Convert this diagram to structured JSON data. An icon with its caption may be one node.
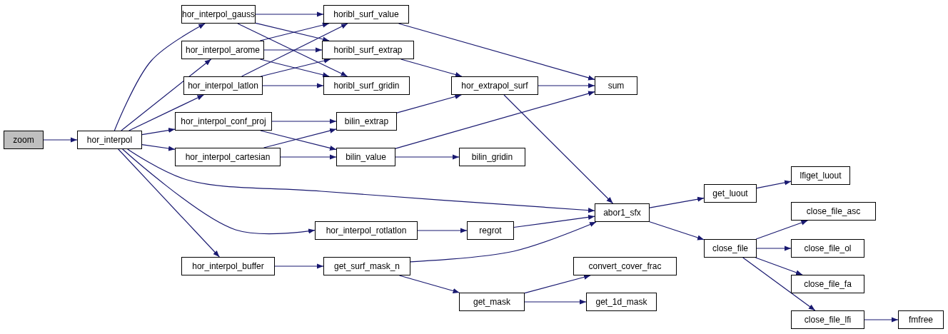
{
  "diagram": {
    "nodes": [
      {
        "text": [
          "zoom"
        ]
      },
      {
        "text": [
          "hor_interpol"
        ]
      },
      {
        "text": [
          "hor_interpol_gauss"
        ]
      },
      {
        "text": [
          "hor_interpol_arome"
        ]
      },
      {
        "text": [
          "hor_interpol_latlon"
        ]
      },
      {
        "text": [
          "hor_interpol_conf_proj"
        ]
      },
      {
        "text": [
          "hor_interpol_cartesian"
        ]
      },
      {
        "text": [
          "hor_interpol_rotlatlon"
        ]
      },
      {
        "text": [
          "hor_interpol_buffer"
        ]
      },
      {
        "text": [
          "horibl_surf_value"
        ]
      },
      {
        "text": [
          "horibl_surf_extrap"
        ]
      },
      {
        "text": [
          "horibl_surf_gridin"
        ]
      },
      {
        "text": [
          "bilin_extrap"
        ]
      },
      {
        "text": [
          "bilin_value"
        ]
      },
      {
        "text": [
          "hor_extrapol_surf"
        ]
      },
      {
        "text": [
          "bilin_gridin"
        ]
      },
      {
        "text": [
          "regrot"
        ]
      },
      {
        "text": [
          "get_surf_mask_n"
        ]
      },
      {
        "text": [
          "sum"
        ]
      },
      {
        "text": [
          "abor1_sfx"
        ]
      },
      {
        "text": [
          "get_mask"
        ]
      },
      {
        "text": [
          "convert_cover_frac"
        ]
      },
      {
        "text": [
          "get_1d_mask"
        ]
      },
      {
        "text": [
          "get_luout"
        ]
      },
      {
        "text": [
          "close_file"
        ]
      },
      {
        "text": [
          "lfiget_luout"
        ]
      },
      {
        "text": [
          "close_file_asc"
        ]
      },
      {
        "text": [
          "close_file_ol"
        ]
      },
      {
        "text": [
          "close_file_fa"
        ]
      },
      {
        "text": [
          "close_file_lfi"
        ]
      },
      {
        "text": [
          "fmfree"
        ]
      }
    ],
    "edges": [
      {
        "from": 0,
        "to": 1,
        "arrow": "to"
      },
      {
        "from": 1,
        "to": 2,
        "arrow": "to"
      },
      {
        "from": 1,
        "to": 3,
        "arrow": "to"
      },
      {
        "from": 1,
        "to": 4,
        "arrow": "to"
      },
      {
        "from": 1,
        "to": 5,
        "arrow": "to"
      },
      {
        "from": 1,
        "to": 6,
        "arrow": "to"
      },
      {
        "from": 1,
        "to": 19,
        "arrow": "to"
      },
      {
        "from": 1,
        "to": 7,
        "arrow": "to"
      },
      {
        "from": 1,
        "to": 8,
        "arrow": "to"
      },
      {
        "from": 2,
        "to": 9,
        "arrow": "to"
      },
      {
        "from": 2,
        "to": 10,
        "arrow": "to"
      },
      {
        "from": 2,
        "to": 11,
        "arrow": "to"
      },
      {
        "from": 3,
        "to": 9,
        "arrow": "to"
      },
      {
        "from": 3,
        "to": 10,
        "arrow": "to"
      },
      {
        "from": 3,
        "to": 11,
        "arrow": "to"
      },
      {
        "from": 4,
        "to": 9,
        "arrow": "to"
      },
      {
        "from": 4,
        "to": 10,
        "arrow": "to"
      },
      {
        "from": 4,
        "to": 11,
        "arrow": "to"
      },
      {
        "from": 5,
        "to": 12,
        "arrow": "to"
      },
      {
        "from": 5,
        "to": 13,
        "arrow": "to"
      },
      {
        "from": 6,
        "to": 12,
        "arrow": "to"
      },
      {
        "from": 6,
        "to": 13,
        "arrow": "to"
      },
      {
        "from": 9,
        "to": 18,
        "arrow": "to"
      },
      {
        "from": 10,
        "to": 14,
        "arrow": "to"
      },
      {
        "from": 12,
        "to": 14,
        "arrow": "to"
      },
      {
        "from": 13,
        "to": 18,
        "arrow": "to"
      },
      {
        "from": 13,
        "to": 15,
        "arrow": "to"
      },
      {
        "from": 14,
        "to": 18,
        "arrow": "to"
      },
      {
        "from": 14,
        "to": 19,
        "arrow": "to"
      },
      {
        "from": 7,
        "to": 16,
        "arrow": "to"
      },
      {
        "from": 16,
        "to": 19,
        "arrow": "to"
      },
      {
        "from": 8,
        "to": 17,
        "arrow": "to"
      },
      {
        "from": 17,
        "to": 19,
        "arrow": "to"
      },
      {
        "from": 17,
        "to": 20,
        "arrow": "to"
      },
      {
        "from": 20,
        "to": 21,
        "arrow": "to"
      },
      {
        "from": 20,
        "to": 22,
        "arrow": "to"
      },
      {
        "from": 19,
        "to": 23,
        "arrow": "to"
      },
      {
        "from": 19,
        "to": 24,
        "arrow": "to"
      },
      {
        "from": 23,
        "to": 25,
        "arrow": "to"
      },
      {
        "from": 24,
        "to": 26,
        "arrow": "to"
      },
      {
        "from": 24,
        "to": 27,
        "arrow": "to"
      },
      {
        "from": 24,
        "to": 28,
        "arrow": "to"
      },
      {
        "from": 24,
        "to": 29,
        "arrow": "to"
      },
      {
        "from": 29,
        "to": 30,
        "arrow": "to"
      }
    ]
  }
}
